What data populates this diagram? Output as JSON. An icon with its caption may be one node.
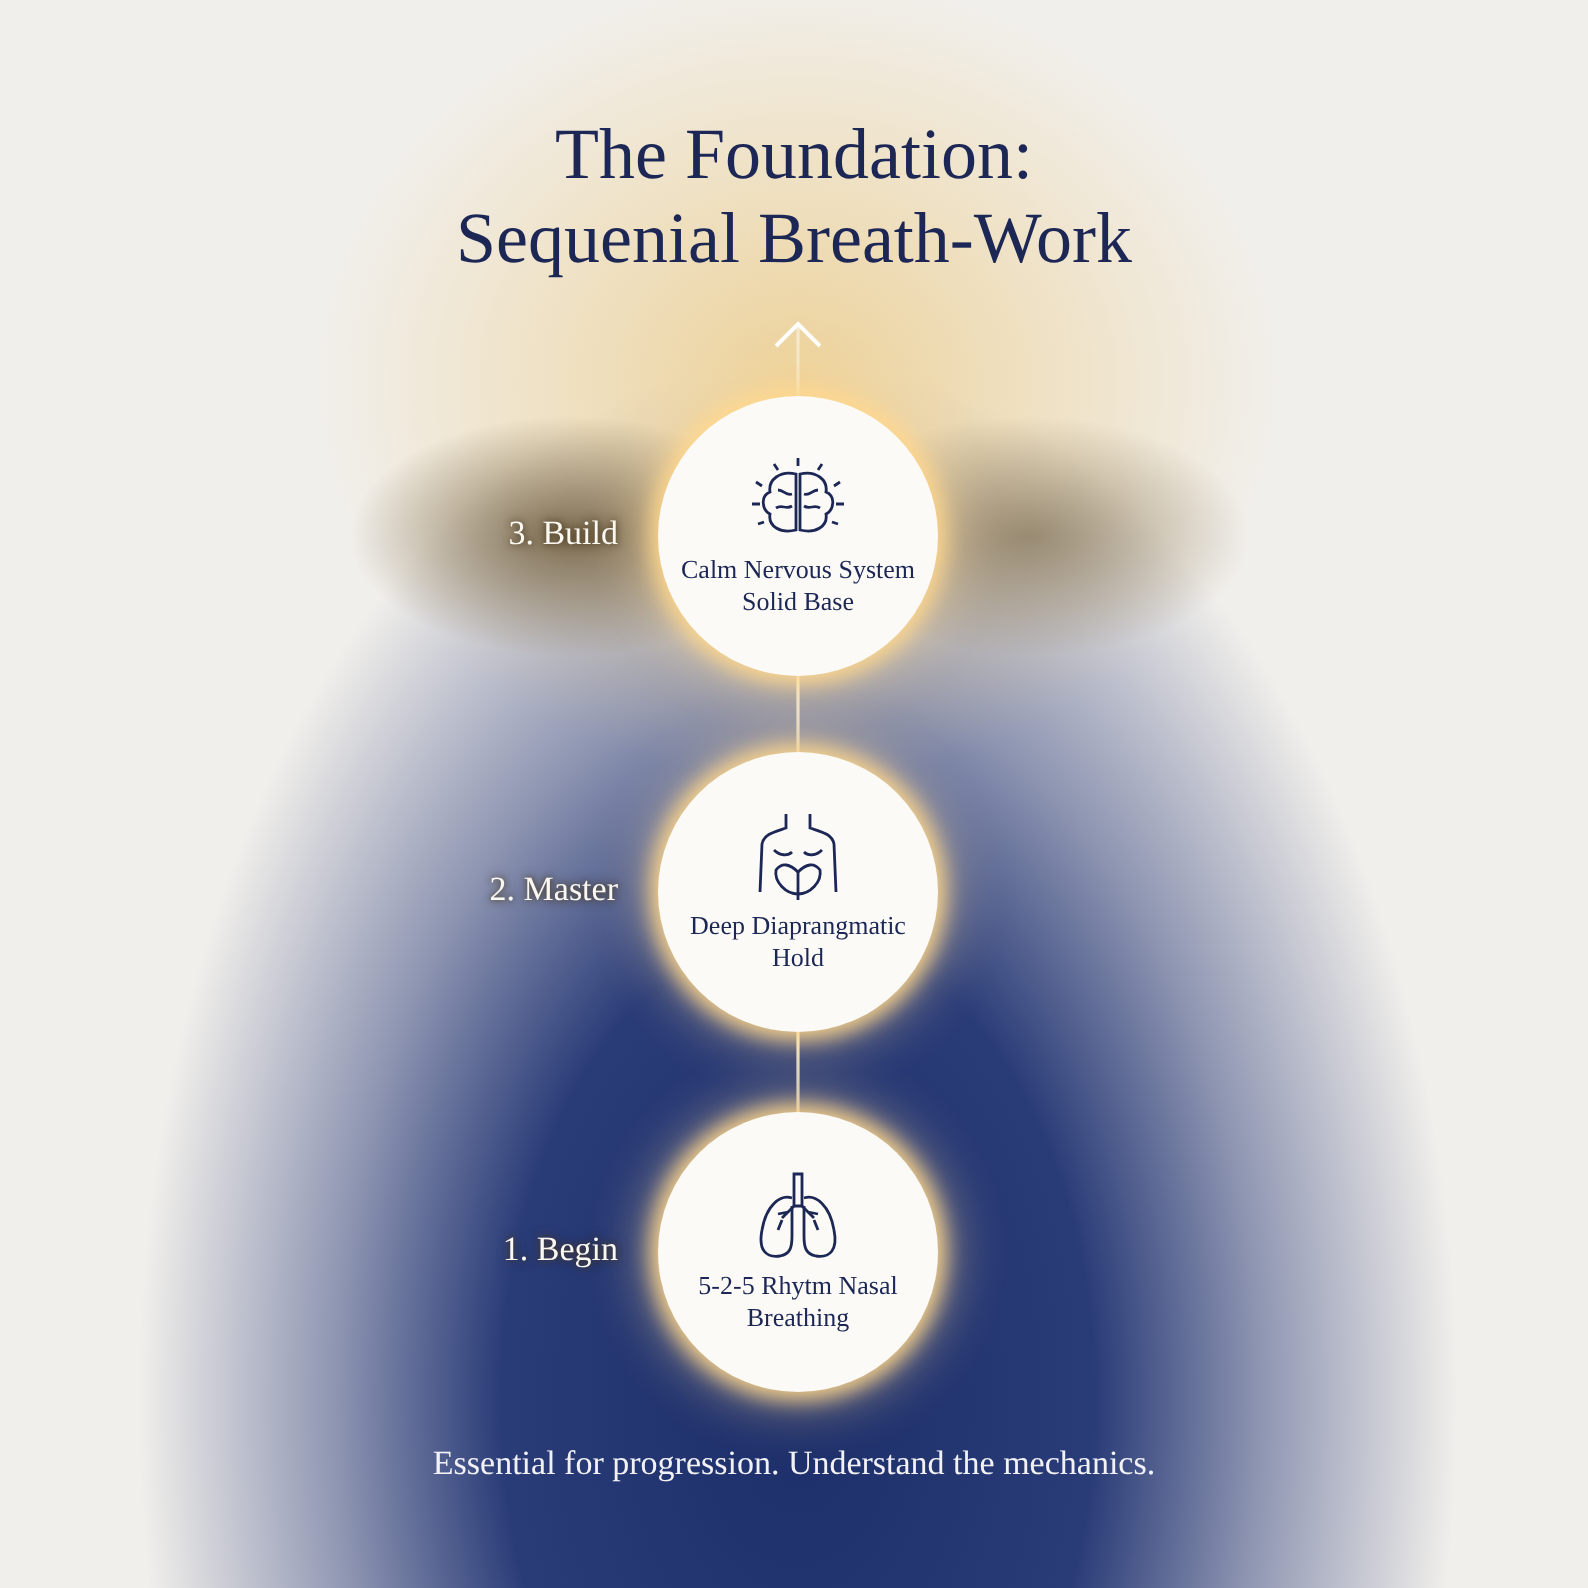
{
  "diagram": {
    "title": "The Foundation: Sequenial Breath-Work",
    "caption": "Essential for progression. Understand the mechanics.",
    "nodes": [
      {
        "text": [
          "Calm Nervous System Solid Base"
        ],
        "beside": [
          "3. Build"
        ]
      },
      {
        "text": [
          "Deep Diaprangmatic Hold"
        ],
        "beside": [
          "2. Master"
        ]
      },
      {
        "text": [
          "5-2-5 Rhytm Nasal Breathing"
        ],
        "beside": [
          "1. Begin"
        ]
      }
    ],
    "edges": [
      {
        "from": 2,
        "to": 1,
        "arrow": "none"
      },
      {
        "from": 1,
        "to": 0,
        "arrow": "none"
      },
      {
        "from": 0,
        "to": null,
        "arrow": "to"
      }
    ]
  }
}
